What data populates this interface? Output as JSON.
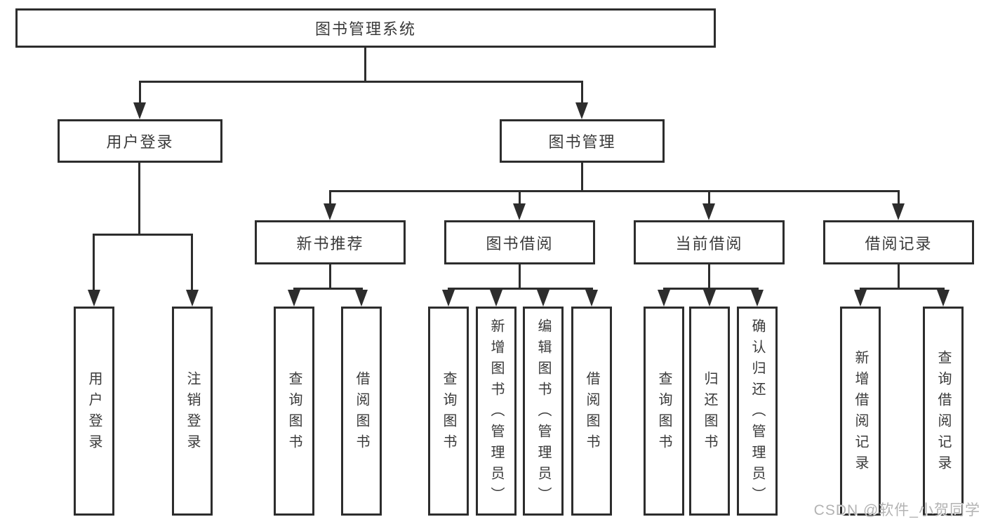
{
  "nodes": {
    "root": {
      "label": "图书管理系统"
    },
    "user_login": {
      "label": "用户登录"
    },
    "book_mgmt": {
      "label": "图书管理"
    },
    "leaf_user_login": {
      "label": "用户登录"
    },
    "leaf_logout": {
      "label": "注销登录"
    },
    "new_book": {
      "label": "新书推荐"
    },
    "borrow": {
      "label": "图书借阅"
    },
    "current": {
      "label": "当前借阅"
    },
    "record": {
      "label": "借阅记录"
    },
    "nb_query": {
      "label": "查询图书"
    },
    "nb_borrow": {
      "label": "借阅图书"
    },
    "bw_query": {
      "label": "查询图书"
    },
    "bw_add": {
      "label": "新增图书（管理员）"
    },
    "bw_edit": {
      "label": "编辑图书（管理员）"
    },
    "bw_borrow": {
      "label": "借阅图书"
    },
    "cb_query": {
      "label": "查询图书"
    },
    "cb_return": {
      "label": "归还图书"
    },
    "cb_confirm": {
      "label": "确认归还（管理员）"
    },
    "rc_add": {
      "label": "新增借阅记录"
    },
    "rc_query": {
      "label": "查询借阅记录"
    }
  },
  "watermark": "CSDN @软件_小贺同学",
  "colors": {
    "line": "#2d2d2d",
    "text": "#3a3a3a",
    "background": "#ffffff",
    "watermark": "#b3b3b3"
  }
}
